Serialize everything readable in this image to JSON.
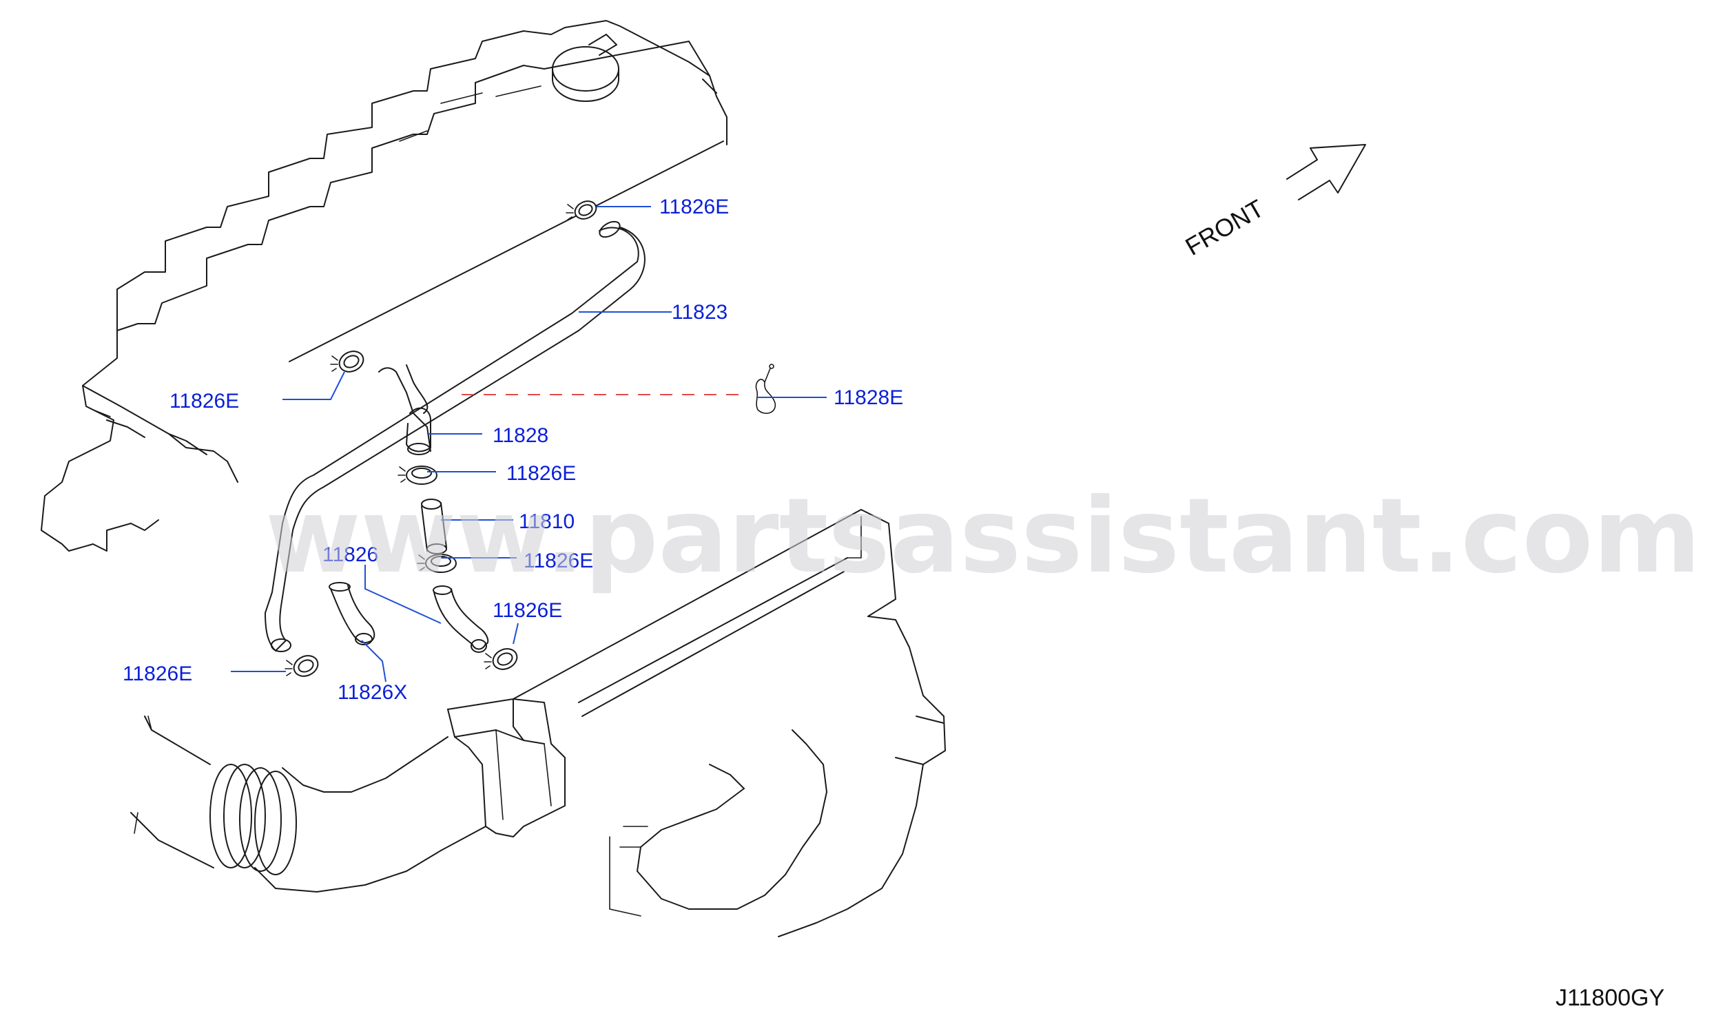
{
  "watermark": "www.partsassistant.com",
  "front_label": "FRONT",
  "diagram_code": "J11800GY",
  "callouts": [
    "11826E",
    "11823",
    "11826E",
    "11828E",
    "11828",
    "11826E",
    "11810",
    "11826",
    "11826E",
    "11826E",
    "11826E",
    "11826X"
  ],
  "colors": {
    "callout_text": "#0a1fd8",
    "leader_line": "#1f4fd6",
    "dashed_reference": "#e04a4a",
    "line_art": "#1a1a1a",
    "watermark": "#cfcfd6"
  }
}
